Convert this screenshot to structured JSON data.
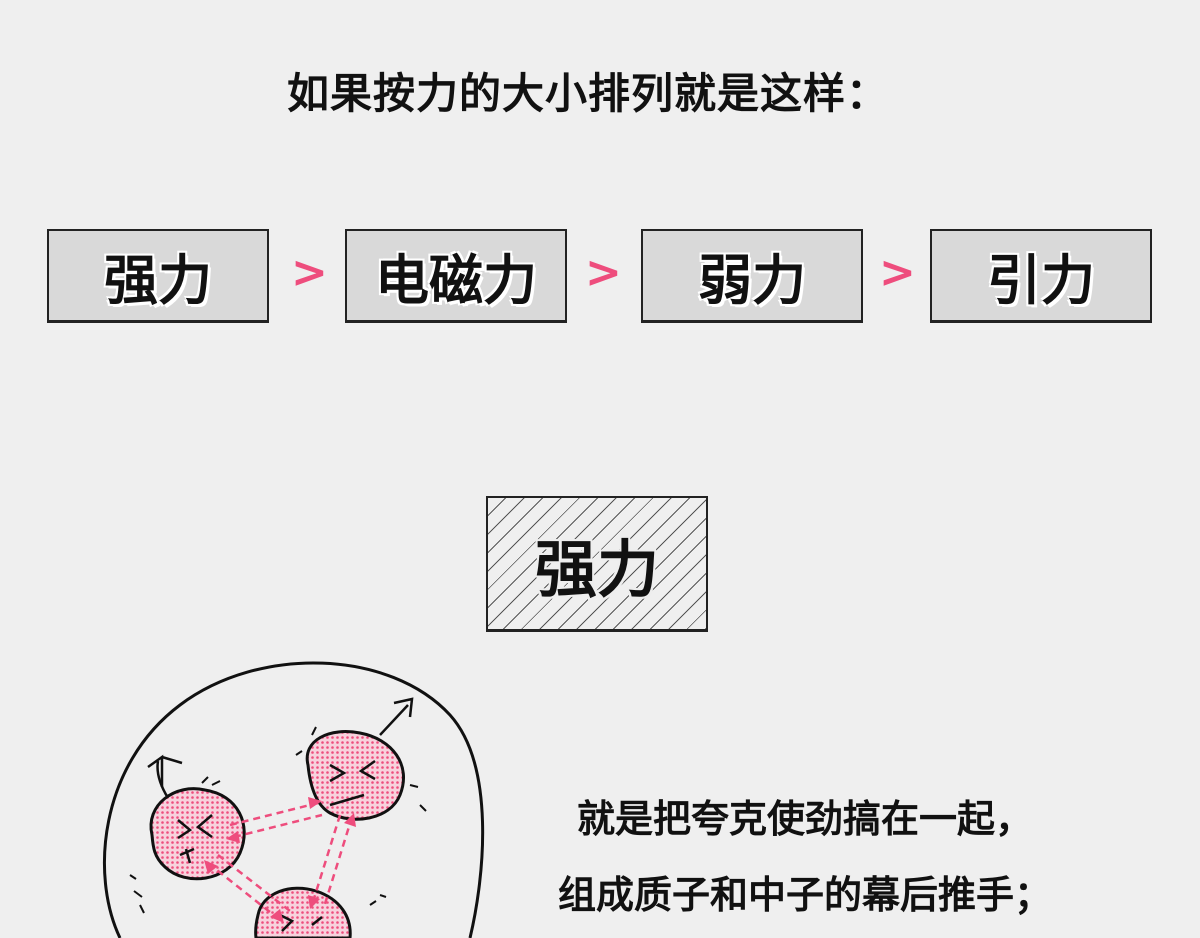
{
  "heading": "如果按力的大小排列就是这样：",
  "forces": [
    {
      "label": "强力"
    },
    {
      "label": "电磁力"
    },
    {
      "label": "弱力"
    },
    {
      "label": "引力"
    }
  ],
  "separator": ">",
  "section_title": "强力",
  "caption_lines": [
    "就是把夸克使劲搞在一起，",
    "组成质子和中子的幕后推手；"
  ],
  "colors": {
    "accent": "#ee4d7d",
    "box_fill": "#d9d9d9",
    "background": "#efefef"
  }
}
